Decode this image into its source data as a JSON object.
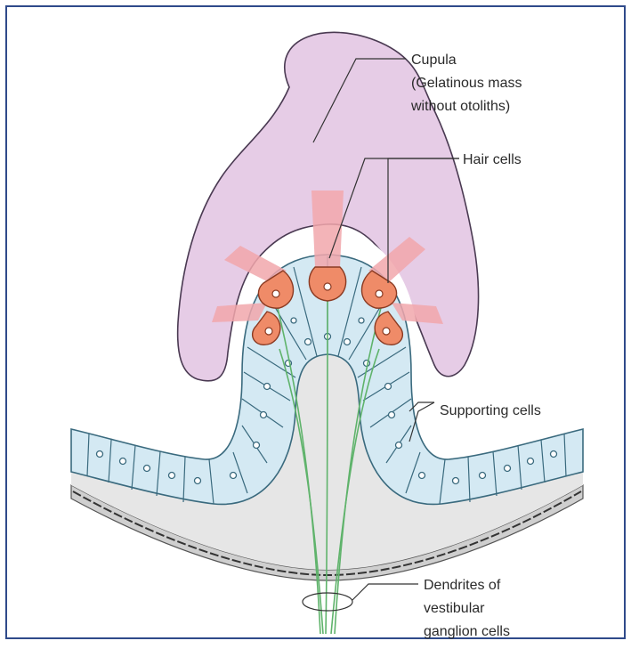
{
  "labels": {
    "cupula": {
      "line1": "Cupula",
      "line2": "(Gelatinous mass",
      "line3": "without otoliths)"
    },
    "hair_cells": "Hair cells",
    "supporting_cells": "Supporting cells",
    "dendrites": {
      "line1": "Dendrites of",
      "line2": "vestibular",
      "line3": "ganglion cells"
    }
  },
  "colors": {
    "frame": "#2f4a8a",
    "cupula_fill": "#e6cce6",
    "cupula_stroke": "#4a3a52",
    "epithelium_fill": "#d4e9f3",
    "epithelium_stroke": "#3a6a7e",
    "hair_cell_fill": "#ef8b68",
    "hair_cell_stroke": "#8a3a22",
    "hair_bundle": "#f2a7ac",
    "nerve_fiber": "#5fb36b",
    "membrane_fill": "#e6e6e6",
    "membrane_stroke": "#555555",
    "leader_line": "#333333"
  }
}
